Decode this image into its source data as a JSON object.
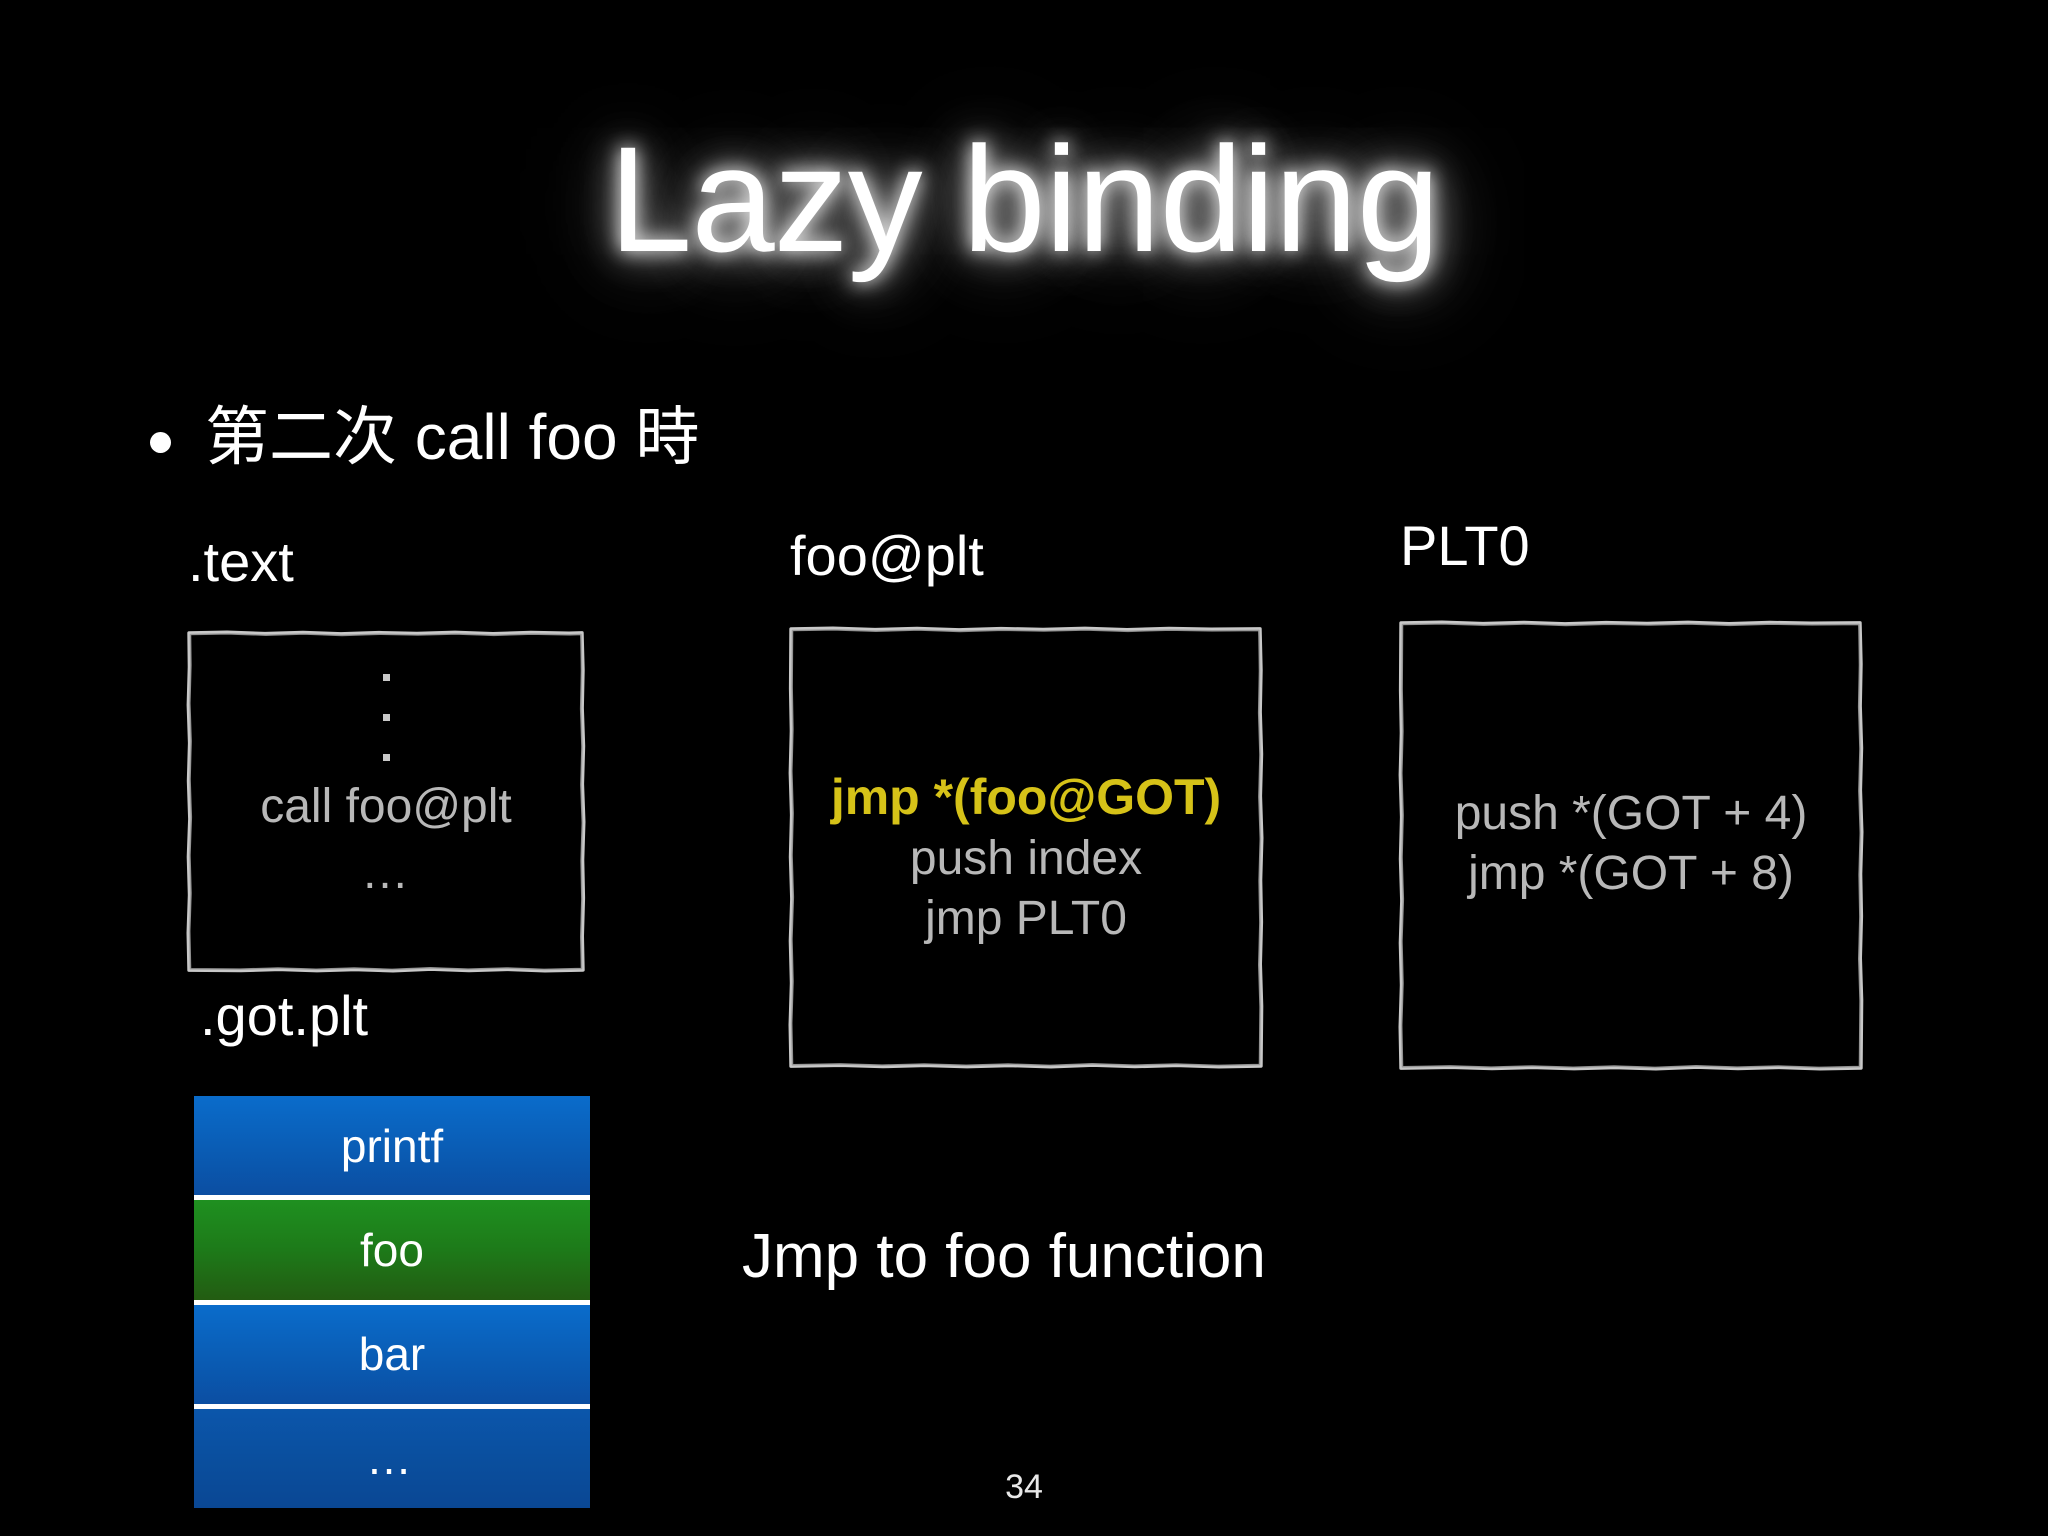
{
  "slide": {
    "title": "Lazy binding",
    "page_number": "34",
    "bullet": "第二次 call foo 時",
    "caption": "Jmp to foo function"
  },
  "colors": {
    "background": "#000000",
    "highlight_yellow": "#d6c218",
    "code_gray": "#b8b8b8",
    "row_blue": "#0a5cb4",
    "row_green": "#1d7a19",
    "white": "#ffffff"
  },
  "sections": {
    "text": {
      "label": ".text",
      "lines": [
        "call foo@plt"
      ],
      "leading_dots": "vertical-ellipsis",
      "trailing_dots": "…"
    },
    "got_plt": {
      "label": ".got.plt",
      "rows": [
        {
          "name": "printf",
          "state": "blue"
        },
        {
          "name": "foo",
          "state": "green"
        },
        {
          "name": "bar",
          "state": "blue"
        },
        {
          "name": "…",
          "state": "blue-dim"
        }
      ]
    },
    "foo_plt": {
      "label": "foo@plt",
      "lines": [
        {
          "text": "jmp *(foo@GOT)",
          "highlight": true
        },
        {
          "text": "push index",
          "highlight": false
        },
        {
          "text": "jmp PLT0",
          "highlight": false
        }
      ]
    },
    "plt0": {
      "label": "PLT0",
      "lines": [
        {
          "text": "push *(GOT + 4)",
          "highlight": false
        },
        {
          "text": "jmp *(GOT + 8)",
          "highlight": false
        }
      ]
    }
  }
}
